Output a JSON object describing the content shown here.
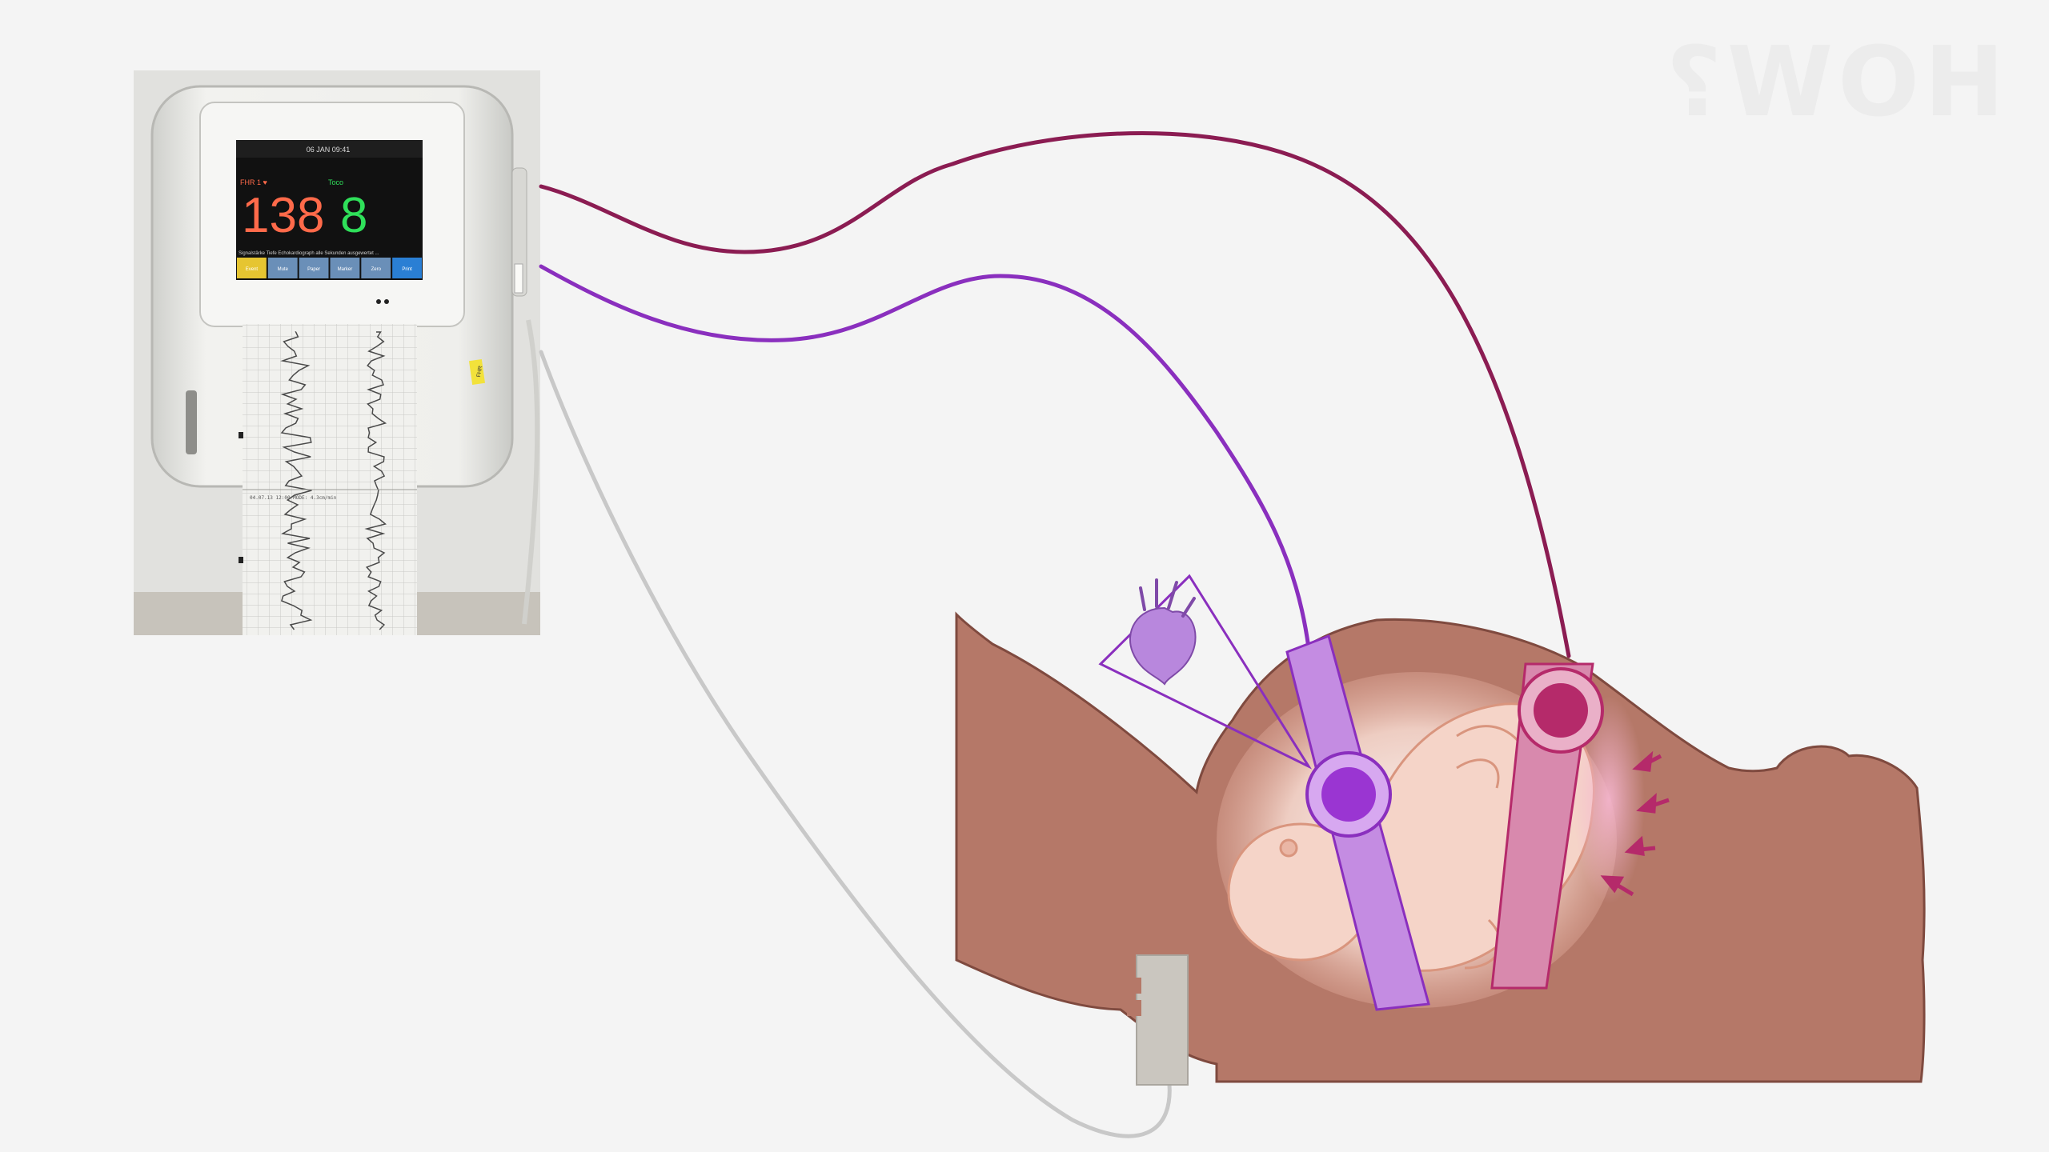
{
  "watermark": "HOW?",
  "monitor": {
    "header": "06 JAN 09:41",
    "fhr_label": "FHR 1 ♥",
    "fhr_value": "138",
    "toco_label": "Toco",
    "toco_value": "8",
    "status_line": "Signalstärke Tiefe Echokardiograph alle Sekunden ausgewertet ...",
    "softkeys": [
      "Event",
      "Mute",
      "Paper",
      "Marker",
      "Zero",
      "Print"
    ],
    "paper_note": "04.07.13 12:00 MODE: 4.3cm/min",
    "side_tag": "FHR"
  },
  "colors": {
    "background": "#f4f4f4",
    "fetal_cable": "#8a2fbe",
    "contraction_cable": "#8b1c52",
    "patient_cable": "#c8c8c8",
    "skin": "#b57868",
    "skin_outline": "#7f4a3f",
    "fetal_belt": "#c48ce2",
    "contraction_belt": "#d889ad",
    "fetal_sensor": "#9a35d2",
    "contraction_sensor": "#b52a6a",
    "heart": "#b887dd",
    "fhr_color": "#ff6a4a",
    "toco_color": "#2fe05a"
  },
  "icons": {
    "heart": "fetal-heart-icon",
    "pressure_arrows": "contraction-pressure-arrows-icon"
  }
}
